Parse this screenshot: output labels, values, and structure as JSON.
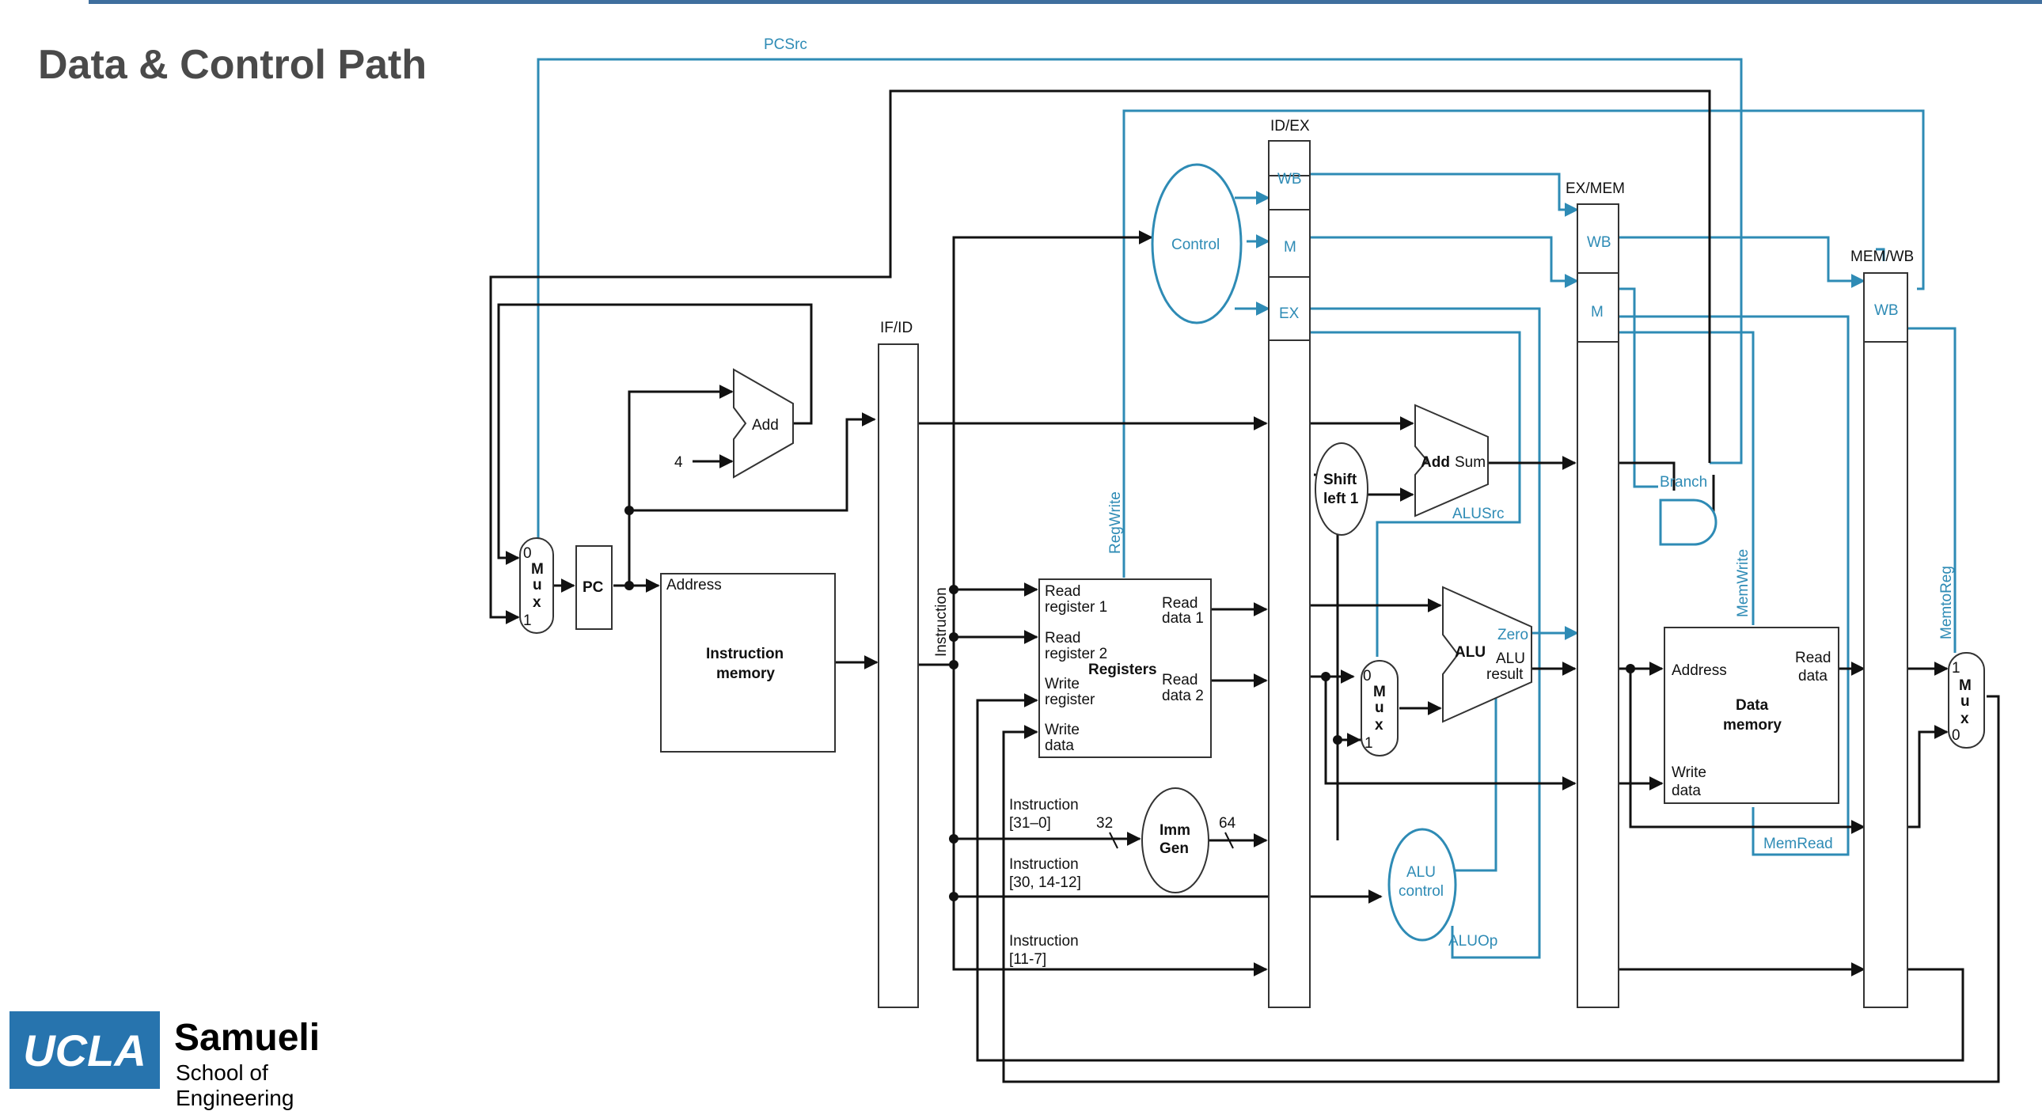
{
  "header": {
    "title": "Data & Control Path"
  },
  "logo": {
    "mark": "UCLA",
    "name": "Samueli",
    "subtitle": "School of Engineering"
  },
  "diagram": {
    "pipeline_registers": [
      "IF/ID",
      "ID/EX",
      "EX/MEM",
      "MEM/WB"
    ],
    "id_ex_fields": [
      "WB",
      "M",
      "EX"
    ],
    "ex_mem_fields": [
      "WB",
      "M"
    ],
    "mem_wb_fields": [
      "WB"
    ],
    "control_signals": {
      "pcsrc": "PCSrc",
      "regwrite": "RegWrite",
      "alusrc": "ALUSrc",
      "branch": "Branch",
      "memwrite": "MemWrite",
      "memread": "MemRead",
      "memtoreg": "MemtoReg",
      "aluop": "ALUOp",
      "zero": "Zero"
    },
    "units": {
      "control": "Control",
      "pc": "PC",
      "add": "Add",
      "four": "4",
      "instruction_memory": [
        "Instruction",
        "memory"
      ],
      "address": "Address",
      "instruction": "Instruction",
      "registers": "Registers",
      "read_register_1": [
        "Read",
        "register 1"
      ],
      "read_register_2": [
        "Read",
        "register 2"
      ],
      "write_register": [
        "Write",
        "register"
      ],
      "write_data": [
        "Write",
        "data"
      ],
      "read_data_1": [
        "Read",
        "data 1"
      ],
      "read_data_2": [
        "Read",
        "data 2"
      ],
      "imm_gen": [
        "Imm",
        "Gen"
      ],
      "shift_left": [
        "Shift",
        "left 1"
      ],
      "add_sum": [
        "Add",
        "Sum"
      ],
      "alu": "ALU",
      "alu_result": [
        "ALU",
        "result"
      ],
      "alu_control": [
        "ALU",
        "control"
      ],
      "data_memory": [
        "Data",
        "memory"
      ],
      "dm_address": "Address",
      "dm_read_data": [
        "Read",
        "data"
      ],
      "dm_write_data": [
        "Write",
        "data"
      ],
      "mux_letters": [
        "M",
        "u",
        "x"
      ],
      "mux_in0": "0",
      "mux_in1": "1"
    },
    "instruction_fields": [
      {
        "label": [
          "Instruction",
          "[31–0]"
        ]
      },
      {
        "label": [
          "Instruction",
          "[30, 14-12]"
        ]
      },
      {
        "label": [
          "Instruction",
          "[11-7]"
        ]
      }
    ],
    "bit_widths": {
      "in": "32",
      "out": "64"
    }
  }
}
